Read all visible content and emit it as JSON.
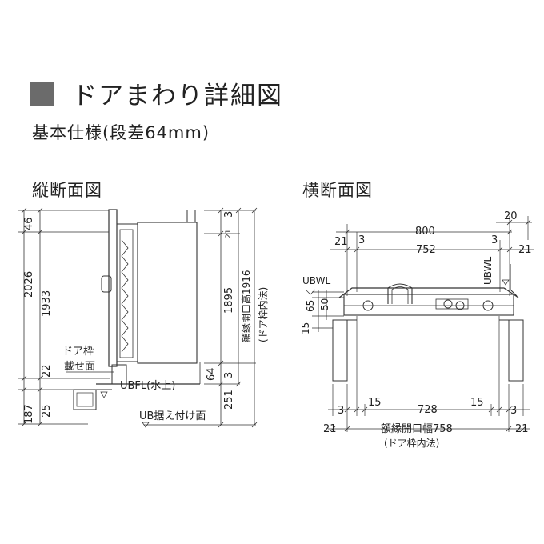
{
  "title": "ドアまわり詳細図",
  "subtitle": "基本仕様(段差64mm)",
  "colors": {
    "marker": "#6b6b6b",
    "line": "#333333"
  },
  "vertical_section": {
    "title": "縦断面図",
    "dims": {
      "d46": "46",
      "d2026": "2026",
      "d1933": "1933",
      "d22": "22",
      "d187": "187",
      "d25": "25",
      "d3a": "3",
      "d21": "21",
      "d1895": "1895",
      "d1916": "額縁開口高1916",
      "d1916_note": "(ドア枠内法)",
      "d64": "64",
      "d3b": "3",
      "d251": "251"
    },
    "labels": {
      "door_frame": "ドア枠",
      "door_frame2": "載せ面",
      "ubfl": "UBFL(水上)",
      "ub_base": "UB据え付け面"
    }
  },
  "horizontal_section": {
    "title": "横断面図",
    "dims": {
      "d800": "800",
      "d20": "20",
      "d21a": "21",
      "d3a": "3",
      "d752": "752",
      "d3b": "3",
      "d21b": "21",
      "d65": "65",
      "d50": "50",
      "d15": "15",
      "d3c": "3",
      "d15b": "15",
      "d728": "728",
      "d15c": "15",
      "d3d": "3",
      "d21c": "21",
      "d758": "額縁開口幅758",
      "d758_note": "(ドア枠内法)",
      "d21d": "21"
    },
    "labels": {
      "ubwl_left": "UBWL",
      "ubwl_right": "UBWL"
    }
  }
}
